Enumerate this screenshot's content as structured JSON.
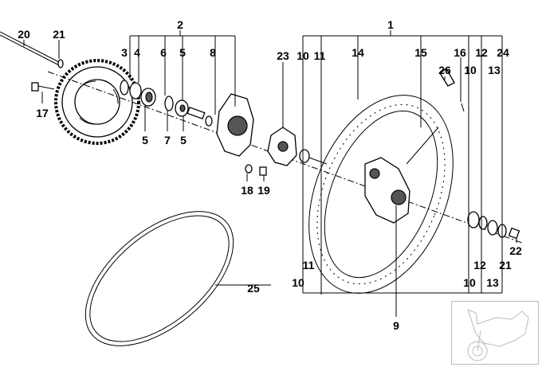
{
  "diagram": {
    "labels": [
      "20",
      "21",
      "2",
      "3",
      "4",
      "6",
      "5",
      "8",
      "1",
      "14",
      "15",
      "16",
      "12",
      "24",
      "23",
      "10",
      "11",
      "10",
      "13",
      "26",
      "17",
      "5",
      "7",
      "5",
      "18",
      "19",
      "22",
      "11",
      "12",
      "21",
      "10",
      "10",
      "13",
      "25",
      "9"
    ],
    "thumbnail": "motorcycle-locator-icon"
  }
}
